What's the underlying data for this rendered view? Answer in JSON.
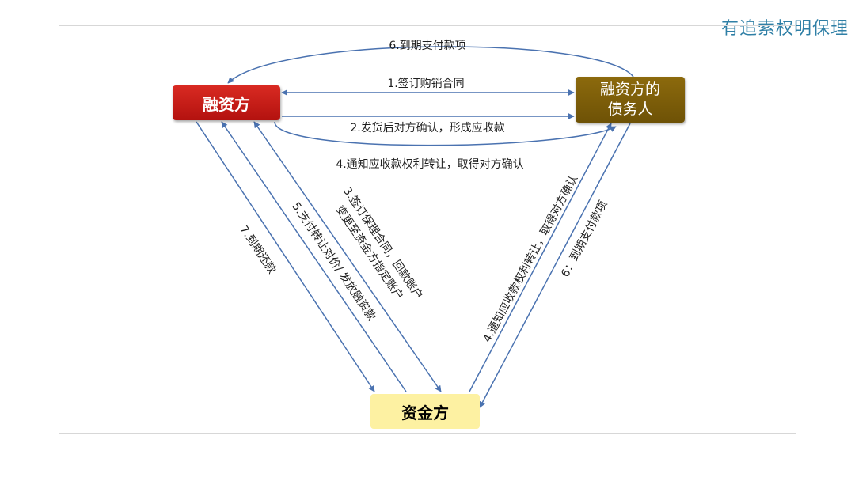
{
  "title": "有追索权明保理",
  "nodes": {
    "financier": "融资方",
    "debtor_line1": "融资方的",
    "debtor_line2": "债务人",
    "funder": "资金方"
  },
  "labels": {
    "step1": "1.签订购销合同",
    "step2": "2.发货后对方确认，形成应收款",
    "step3_line1": "3.签订保理合同，回款账户",
    "step3_line2": "变更至资金方指定账户",
    "step4_top": "4.通知应收款权利转让，取得对方确认",
    "step4_side": "4.通知应收款权利转让，取得对方确认",
    "step5": "5.支付转让对价/ 发放融资款",
    "step6_top": "6.到期支付款项",
    "step6_side": "6：到期支付款项",
    "step7": "7.到期还款"
  },
  "colors": {
    "arrow": "#4a72b0",
    "financier": "#c81d18",
    "debtor": "#7a5c0a",
    "funder": "#fdf1a2",
    "title": "#2f7fa6"
  }
}
